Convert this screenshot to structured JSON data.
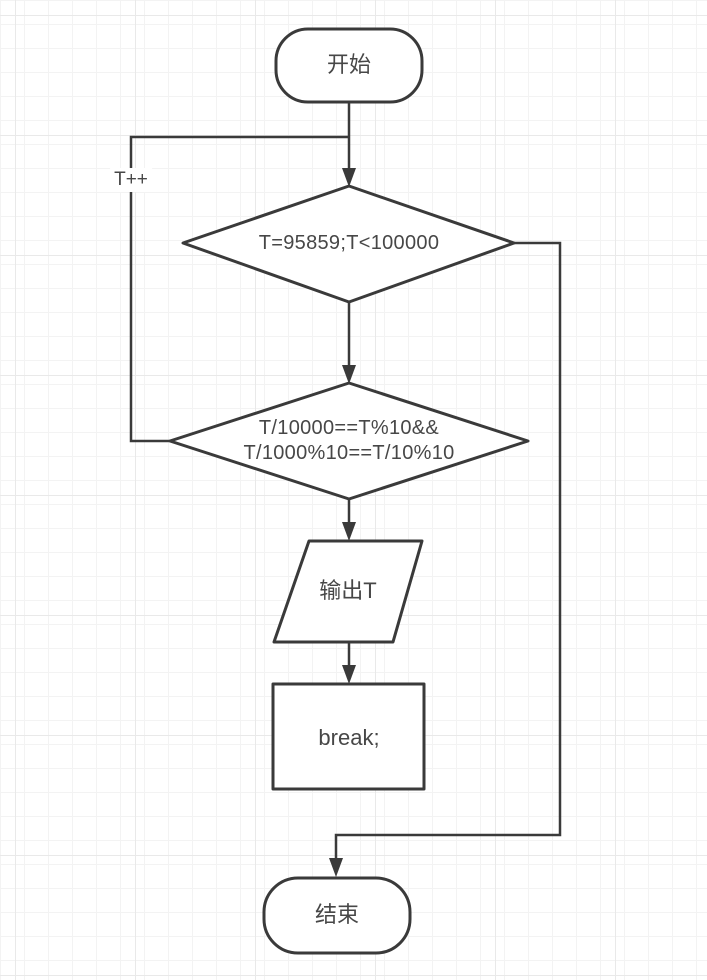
{
  "diagram": {
    "nodes": {
      "start": {
        "label": "开始"
      },
      "loop_condition": {
        "label": "T=95859;T<100000"
      },
      "palindrome_condition": {
        "line1": "T/10000==T%10&&",
        "line2": "T/1000%10==T/10%10"
      },
      "output": {
        "label": "输出T"
      },
      "break": {
        "label": "break;"
      },
      "end": {
        "label": "结束"
      }
    },
    "edge_labels": {
      "increment": "T++"
    },
    "colors": {
      "shape_stroke": "#3a3a3a",
      "shape_fill": "#ffffff",
      "text": "#474747",
      "canvas_background": "#ffffff",
      "grid_minor": "#f3f3f3",
      "grid_major": "#e9e9e9"
    }
  }
}
